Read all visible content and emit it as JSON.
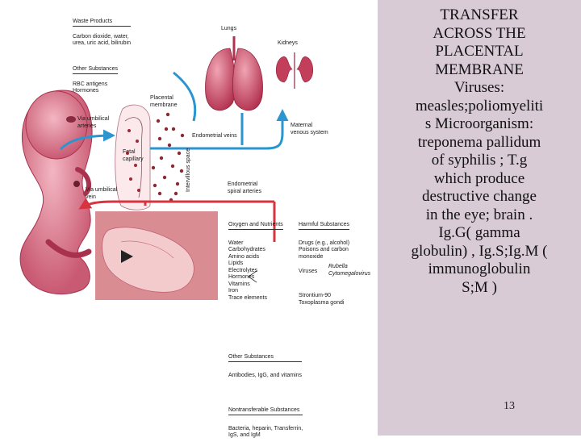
{
  "figure": {
    "organs": {
      "lungs": "Lungs",
      "kidneys": "Kidneys"
    },
    "waste": {
      "heading": "Waste Products",
      "items": "Carbon dioxide, water,\nurea, uric acid, bilirubin"
    },
    "other_top": {
      "heading": "Other Substances",
      "items": "RBC antigens\nHormones"
    },
    "membrane": {
      "placental_membrane": "Placental\nmembrane",
      "fetal_capillary": "Fetal\ncapillary",
      "intervillous_space": "Intervillous space"
    },
    "vessels": {
      "via_umbilical_arteries": "Via umbilical\narteries",
      "via_umbilical_vein": "Via umbilical\nvein",
      "endometrial_veins": "Endometrial veins",
      "maternal_venous_system": "Maternal\nvenous system",
      "endometrial_spiral_arteries": "Endometrial\nspiral arteries"
    },
    "oxygen": {
      "heading": "Oxygen and Nutrients",
      "items": "Water\nCarbohydrates\nAmino acids\nLipids\nElectrolytes\nHormones\nVitamins\nIron\nTrace elements"
    },
    "harmful": {
      "heading": "Harmful Substances",
      "items_top": "Drugs (e.g., alcohol)\nPoisons and carbon\nmonoxide",
      "viruses_label": "Viruses",
      "viruses": "Rubella\nCytomegalovirus",
      "items_bottom": "Strontium-90\nToxoplasma gondi"
    },
    "other_bottom": {
      "heading": "Other Substances",
      "items": "Antibodies, IgG, and vitamins"
    },
    "nontransferable": {
      "heading": "Nontransferable Substances",
      "items": "Bacteria, heparin, Transferrin,\nIgS, and IgM"
    },
    "colors": {
      "arrow_blue": "#2a95cf",
      "arrow_red": "#d8343f",
      "organ_pink": "#c04060",
      "panel_bg": "#d8cbd6"
    }
  },
  "panel": {
    "text": "TRANSFER\nACROSS THE\nPLACENTAL\nMEMBRANE\nViruses:\nmeasles;poliomyeliti\ns  Microorganism:\ntreponema pallidum\nof syphilis ; T.g\nwhich produce\ndestructive change\nin the eye; brain .\nIg.G( gamma\nglobulin) , Ig.S;Ig.M (\nimmunoglobulin\nS;M )",
    "slide_number": "13"
  }
}
